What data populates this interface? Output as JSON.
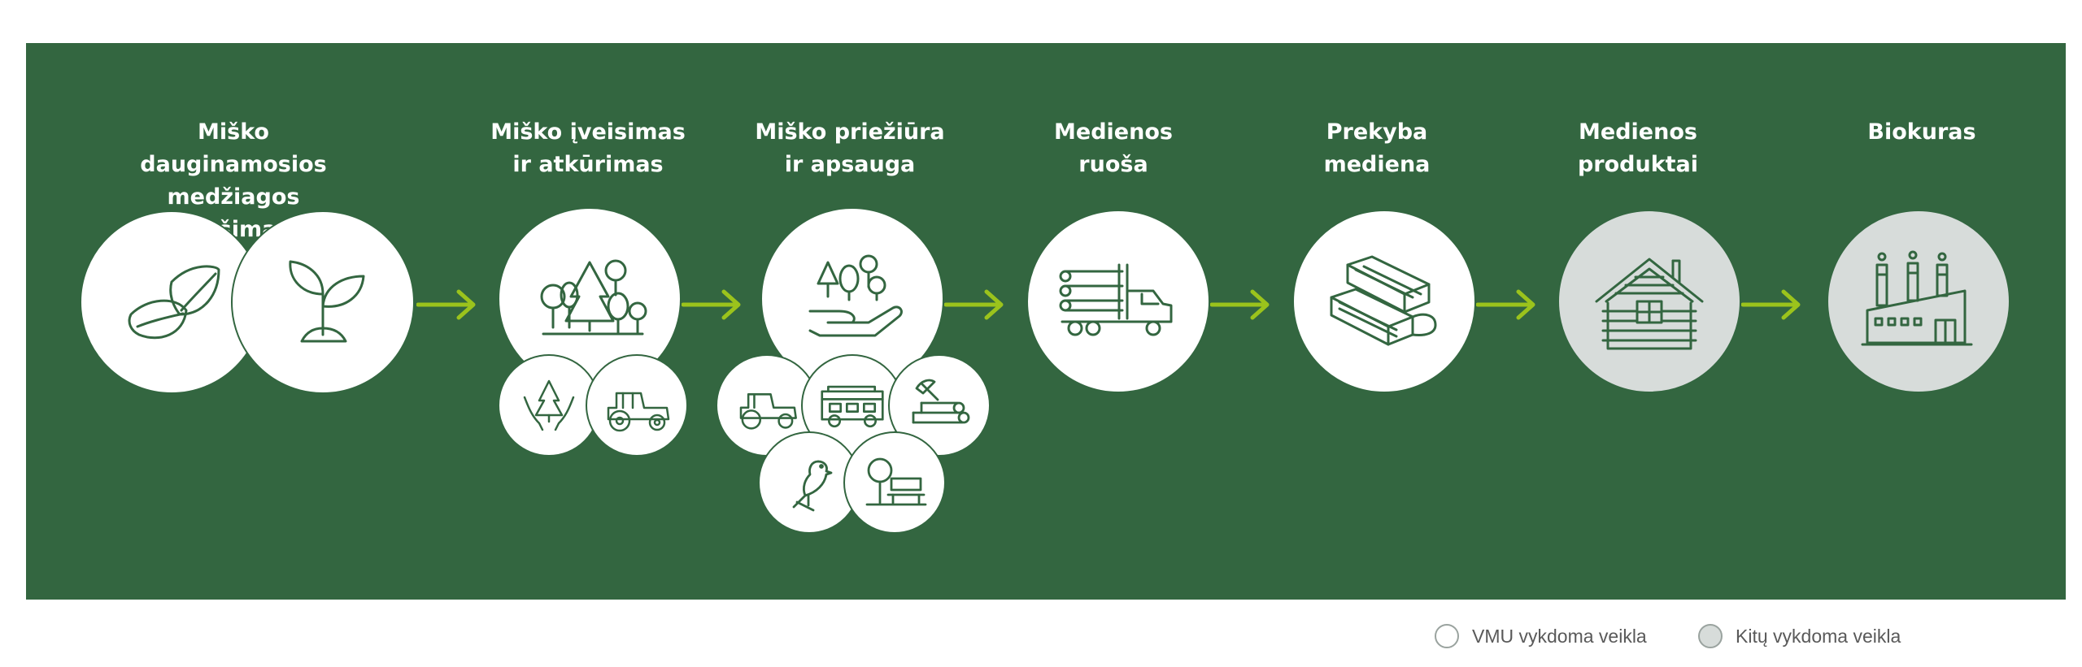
{
  "stages": [
    {
      "title": "Miško dauginamosios\nmedžiagos ruošimas"
    },
    {
      "title": "Miško įveisimas\nir atkūrimas"
    },
    {
      "title": "Miško priežiūra\nir apsauga"
    },
    {
      "title": "Medienos\nruoša"
    },
    {
      "title": "Prekyba\nmediena"
    },
    {
      "title": "Medienos\nproduktai"
    },
    {
      "title": "Biokuras"
    }
  ],
  "legend": {
    "vmu_label": "VMU vykdoma veikla",
    "others_label": "Kitų vykdoma veikla"
  },
  "colors": {
    "background": "#336640",
    "icon_stroke": "#336640",
    "arrow": "#9bc31c",
    "vmu_fill": "#ffffff",
    "others_fill": "#d7dcda"
  },
  "icons": {
    "seed": "seeds-icon",
    "sprout": "sprout-icon",
    "trees": "trees-icon",
    "hands_tree": "hands-tree-icon",
    "tractor": "tractor-icon",
    "hand_trees": "hand-trees-icon",
    "fire_truck": "fire-truck-icon",
    "axe_logs": "axe-logs-icon",
    "bird": "bird-icon",
    "park_bench": "park-bench-icon",
    "log_truck": "log-truck-icon",
    "timber_stack": "timber-stack-icon",
    "log_house": "log-house-icon",
    "factory": "factory-icon"
  }
}
